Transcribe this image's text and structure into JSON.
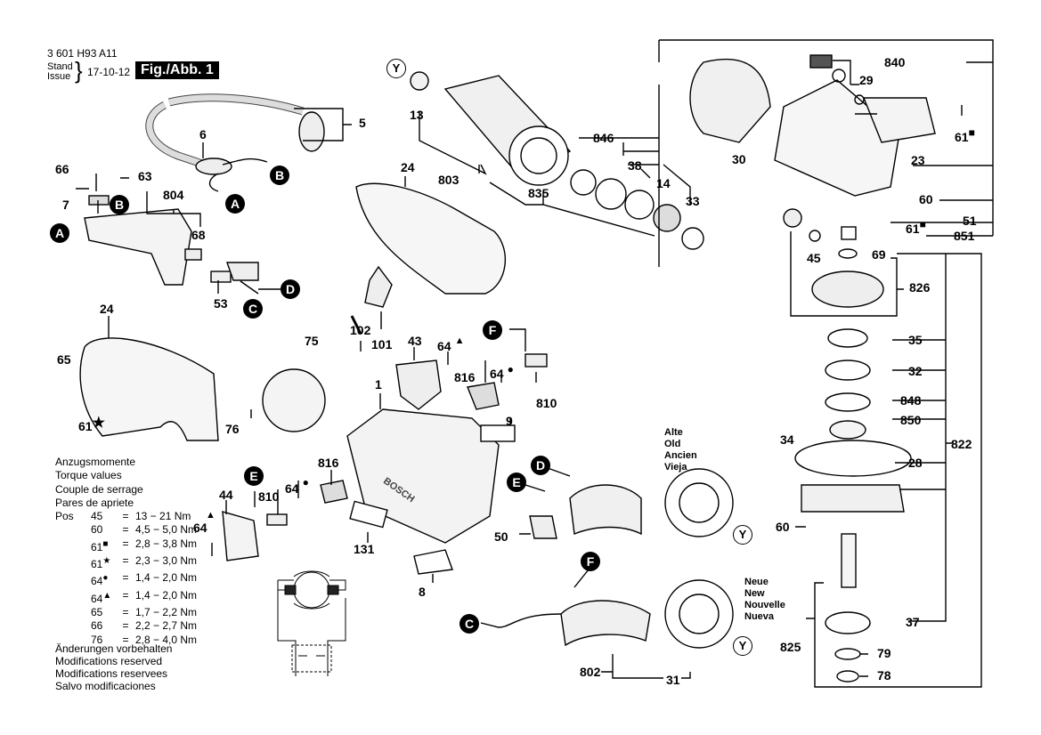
{
  "header": {
    "document_code": "3 601 H93 A11",
    "stand_label": "Stand",
    "issue_label": "Issue",
    "date": "17-10-12",
    "figure_label": "Fig./Abb. 1"
  },
  "torque_table": {
    "titles": [
      "Anzugsmomente",
      "Torque values",
      "Couple de serrage",
      "Pares de apriete"
    ],
    "pos_label": "Pos",
    "rows": [
      {
        "pos": "45",
        "marker": "",
        "value": "13 − 21 Nm"
      },
      {
        "pos": "60",
        "marker": "",
        "value": "4,5 − 5,0 Nm"
      },
      {
        "pos": "61",
        "marker": "■",
        "value": "2,8 − 3,8 Nm"
      },
      {
        "pos": "61",
        "marker": "★",
        "value": "2,3 − 3,0 Nm"
      },
      {
        "pos": "64",
        "marker": "●",
        "value": "1,4 − 2,0 Nm"
      },
      {
        "pos": "64",
        "marker": "▲",
        "value": "1,4 − 2,0 Nm"
      },
      {
        "pos": "65",
        "marker": "",
        "value": "1,7 − 2,2 Nm"
      },
      {
        "pos": "66",
        "marker": "",
        "value": "2,2 − 2,7 Nm"
      },
      {
        "pos": "76",
        "marker": "",
        "value": "2,8 − 4,0 Nm"
      }
    ],
    "equals": "="
  },
  "modifications_notice": [
    "Änderungen vorbehalten",
    "Modifications reserved",
    "Modifications reservees",
    "Salvo modificaciones"
  ],
  "variants": {
    "old": [
      "Alte",
      "Old",
      "Ancien",
      "Vieja"
    ],
    "new": [
      "Neue",
      "New",
      "Nouvelle",
      "Nueva"
    ]
  },
  "connectors": {
    "A": "A",
    "B": "B",
    "C": "C",
    "D": "D",
    "E": "E",
    "F": "F",
    "Y": "Y"
  },
  "markers": {
    "square": "■",
    "star": "★",
    "dot": "●",
    "triangle": "▲"
  },
  "part_labels": {
    "p1": "1",
    "p5": "5",
    "p6": "6",
    "p7": "7",
    "p8": "8",
    "p9": "9",
    "p13": "13",
    "p14": "14",
    "p23": "23",
    "p24a": "24",
    "p24b": "24",
    "p28": "28",
    "p29": "29",
    "p30": "30",
    "p31": "31",
    "p32": "32",
    "p33": "33",
    "p34": "34",
    "p35": "35",
    "p37": "37",
    "p38": "38",
    "p43": "43",
    "p44": "44",
    "p45": "45",
    "p50": "50",
    "p51": "51",
    "p53": "53",
    "p60a": "60",
    "p60b": "60",
    "p61a": "61",
    "p61b": "61",
    "p61c": "61",
    "p63": "63",
    "p64a": "64",
    "p64b": "64",
    "p64c": "64",
    "p64d": "64",
    "p65": "65",
    "p66": "66",
    "p68": "68",
    "p69": "69",
    "p75": "75",
    "p76": "76",
    "p78": "78",
    "p79": "79",
    "p101": "101",
    "p102": "102",
    "p131": "131",
    "p802": "802",
    "p803": "803",
    "p804": "804",
    "p810a": "810",
    "p810b": "810",
    "p816a": "816",
    "p816b": "816",
    "p822": "822",
    "p825": "825",
    "p826": "826",
    "p835": "835",
    "p840": "840",
    "p846": "846",
    "p848": "848",
    "p850": "850",
    "p851": "851"
  },
  "brand_text": "BOSCH"
}
